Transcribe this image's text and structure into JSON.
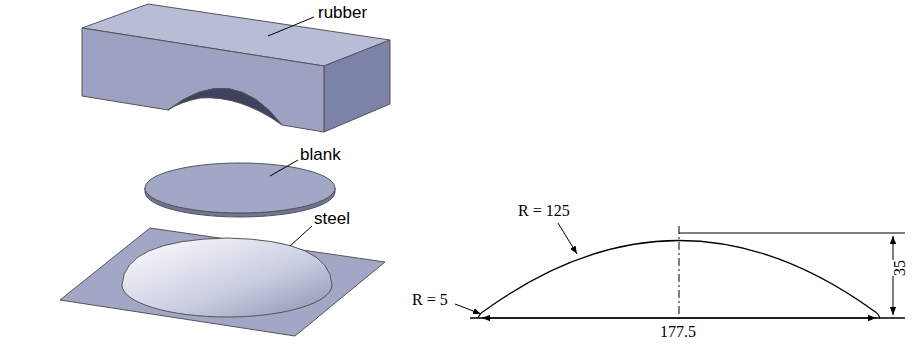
{
  "diagram": {
    "labels": [
      "rubber",
      "blank",
      "steel",
      "R = 125",
      "R = 5",
      "35",
      "177.5"
    ]
  }
}
